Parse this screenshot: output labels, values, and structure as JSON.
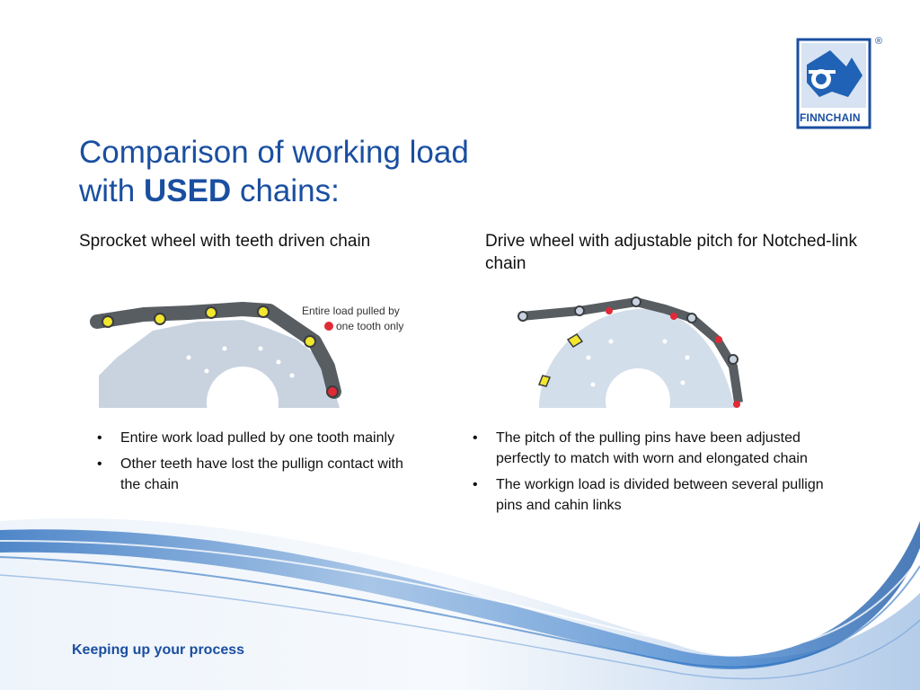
{
  "title": {
    "line1": "Comparison of working load",
    "with": "with ",
    "used": "USED",
    "end": " chains:"
  },
  "left": {
    "heading": "Sprocket wheel with teeth driven chain",
    "figure_label_1": "Entire load pulled by",
    "figure_label_2": "one tooth only",
    "bullets": [
      "Entire work load pulled by one tooth mainly",
      "Other teeth have lost the pullign contact with the chain"
    ]
  },
  "right": {
    "heading": "Drive wheel with adjustable pitch for Notched-link chain",
    "bullets": [
      "The pitch of the pulling pins have been adjusted perfectly to match with worn and elongated chain",
      "The workign load is divided between several pullign pins and cahin links"
    ]
  },
  "logo": {
    "name": "FINNCHAIN",
    "registered": "®"
  },
  "footer": {
    "tagline": "Keeping up your process"
  },
  "colors": {
    "brand_blue": "#1a4fa0",
    "pin_yellow": "#f3e72e",
    "pin_red": "#e02a36",
    "wheel": "#c9d3e0",
    "chain": "#585d62"
  }
}
